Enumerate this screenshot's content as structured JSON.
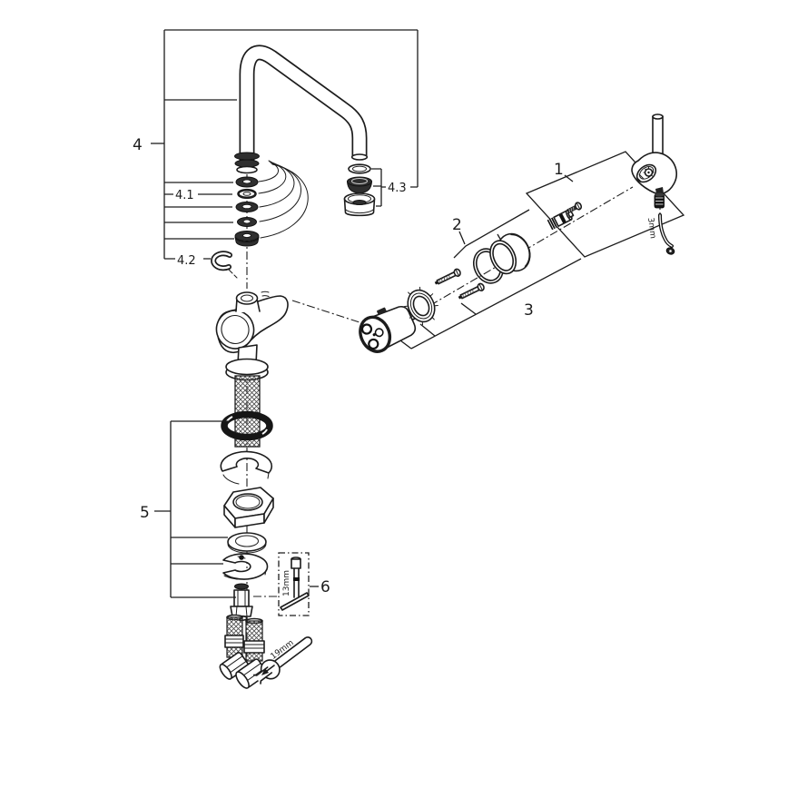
{
  "diagram": {
    "kind": "exploded-parts-diagram",
    "subject": "single-lever kitchen faucet with U-spout"
  },
  "colors": {
    "background": "#ffffff",
    "line": "#1c1c1c",
    "dark_fill": "#2f2f2f"
  },
  "callouts": {
    "part1": "1",
    "part2": "2",
    "part3": "3",
    "part4": "4",
    "part4_1": "4.1",
    "part4_2": "4.2",
    "part4_3": "4.3",
    "part5": "5",
    "part6": "6"
  },
  "annotations": {
    "hex_key_size": "3mm",
    "socket_size": "13mm",
    "wrench_size": "19mm"
  }
}
